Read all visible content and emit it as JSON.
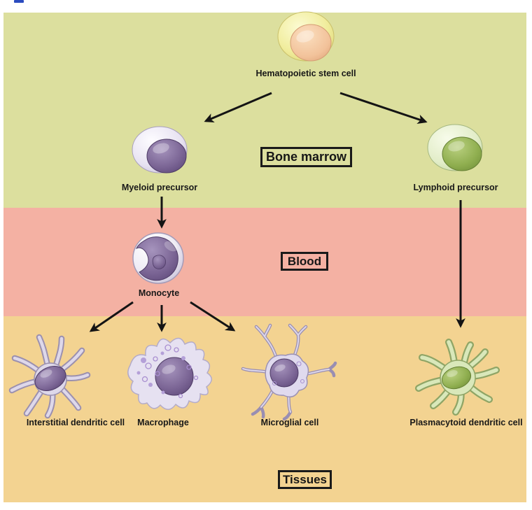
{
  "figure": {
    "regions": [
      {
        "name": "Bone marrow",
        "bg": "#dcdf9e"
      },
      {
        "name": "Blood",
        "bg": "#f4b1a3"
      },
      {
        "name": "Tissues",
        "bg": "#f3d391"
      }
    ],
    "cells": {
      "hsc": {
        "label": "Hematopoietic stem cell"
      },
      "myeloid": {
        "label": "Myeloid precursor"
      },
      "lymphoid": {
        "label": "Lymphoid precursor"
      },
      "monocyte": {
        "label": "Monocyte"
      },
      "interstitial_dc": {
        "label": "Interstitial dendritic cell"
      },
      "macrophage": {
        "label": "Macrophage"
      },
      "microglial": {
        "label": "Microglial cell"
      },
      "plasmacytoid_dc": {
        "label": "Plasmacytoid dendritic cell"
      }
    },
    "arrows": [
      {
        "from": "Hematopoietic stem cell",
        "to": "Myeloid precursor"
      },
      {
        "from": "Hematopoietic stem cell",
        "to": "Lymphoid precursor"
      },
      {
        "from": "Myeloid precursor",
        "to": "Monocyte"
      },
      {
        "from": "Monocyte",
        "to": "Interstitial dendritic cell"
      },
      {
        "from": "Monocyte",
        "to": "Macrophage"
      },
      {
        "from": "Monocyte",
        "to": "Microglial cell"
      },
      {
        "from": "Lymphoid precursor",
        "to": "Plasmacytoid dendritic cell"
      }
    ],
    "colors": {
      "bone_marrow_bg": "#dcdf9e",
      "blood_bg": "#f4b1a3",
      "tissues_bg": "#f3d391",
      "arrow": "#141414",
      "caption_fragment": "#2b4bbf",
      "purple_nucleus": "#7a6494",
      "green_nucleus": "#8fae4f",
      "peach_nucleus": "#f2c29a"
    }
  }
}
